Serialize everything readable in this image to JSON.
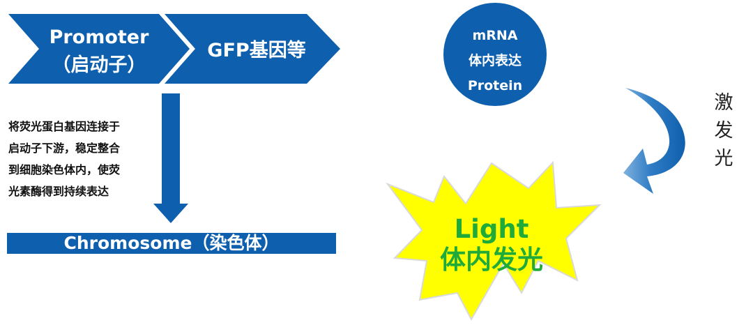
{
  "promoter_box": {
    "line1": "Promoter",
    "line2": "（启动子）"
  },
  "gfp_box": {
    "label": "GFP基因等"
  },
  "description": [
    "将荧光蛋白基因连接于",
    "启动子下游，稳定整合",
    "到细胞染色体内，使荧",
    "光素酶得到持续表达"
  ],
  "chromosome_bar": {
    "label": "Chromosome（染色体）"
  },
  "expression_circle": {
    "line1": "mRNA",
    "line2": "体内表达",
    "line3": "Protein"
  },
  "excitation": {
    "chars": [
      "激",
      "发",
      "光"
    ]
  },
  "light_burst": {
    "line1": "Light",
    "line2": "体内发光"
  },
  "colors": {
    "primary_blue": "#0e5fad",
    "burst_yellow": "#ffff00",
    "burst_outline": "#d9d9d9",
    "light_text": "#1faa3a"
  }
}
